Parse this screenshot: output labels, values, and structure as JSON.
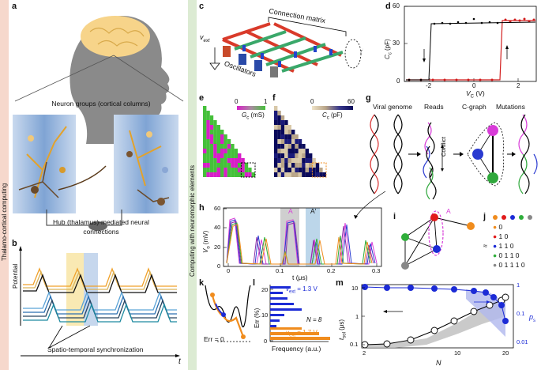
{
  "colors": {
    "left_band": "#f6d8cc",
    "right_band": "#dcebd3",
    "accent_orange": "#f08c1d",
    "accent_blue": "#1c2bd6",
    "accent_green": "#2fae3a",
    "accent_magenta": "#d02bd0",
    "accent_red": "#e11b1b"
  },
  "sidebar": {
    "left_title": "Thalamo-cortical computing",
    "right_title": "Computing with neuromorphic elements"
  },
  "panels": {
    "a": {
      "label": "a",
      "neuron_groups": "Neuron groups (cortical columns)",
      "hub_line1": "Hub (thalamus)-mediated neural",
      "hub_line2": "connections"
    },
    "b": {
      "label": "b",
      "ylabel": "Potential",
      "xlabel": "t",
      "caption": "Spatio-temporal synchronization"
    },
    "c": {
      "label": "c",
      "connection_matrix": "Connection matrix",
      "vext": "v",
      "vext_sub": "ext",
      "oscillators": "Oscillators"
    },
    "d": {
      "label": "d",
      "ylabel": "C",
      "ylabel_sub": "c",
      "ylabel_unit": " (pF)",
      "xlabel": "V",
      "xlabel_sub": "C",
      "xlabel_unit": " (V)",
      "yticks": [
        "0",
        "30",
        "60"
      ],
      "xticks": [
        "-2",
        "0",
        "2"
      ]
    },
    "e": {
      "label": "e",
      "cbar_min": "0",
      "cbar_max": "1",
      "cbar_label": "G",
      "cbar_sub": "c",
      "cbar_unit": " (mS)"
    },
    "f": {
      "label": "f",
      "cbar_min": "0",
      "cbar_max": "60",
      "cbar_label": "C",
      "cbar_sub": "c",
      "cbar_unit": " (pF)"
    },
    "g": {
      "label": "g",
      "viral": "Viral genome",
      "reads": "Reads",
      "cgraph": "C-graph",
      "mutations": "Mutations",
      "conflict": "Conflict"
    },
    "h": {
      "label": "h",
      "ylabel": "V",
      "ylabel_sub": "o",
      "ylabel_unit": " (mV)",
      "yticks": [
        "0",
        "20",
        "40",
        "60"
      ],
      "xticks": [
        "0",
        "0.1",
        "0.2",
        "0.3"
      ],
      "xlabel": "t (μs)",
      "A": "A",
      "A2": "A′"
    },
    "i": {
      "label": "i",
      "A": "A"
    },
    "j": {
      "label": "j",
      "rows": [
        "0",
        "1 0",
        "1 1 0",
        "0 1 1 0",
        "0 1 1 1 0"
      ],
      "approx": "≈"
    },
    "k": {
      "label": "k",
      "err": "Err = 0"
    },
    "l": {
      "label": "l",
      "ylabel": "Err (%)",
      "xlabel": "Frequency (a.u.)",
      "yticks": [
        "0",
        "10",
        "20"
      ],
      "v13": "v",
      "v13_sub": "ext",
      "v13_val": " = 1.3 V",
      "v17": "v",
      "v17_sub": "ext",
      "v17_val": " = 1.7 V",
      "n8": "N = 8"
    },
    "m": {
      "label": "m",
      "ylabel": "t",
      "ylabel_sub": "sol",
      "ylabel_unit": " (μs)",
      "y2label": "p",
      "y2label_sub": "s",
      "xlabel": "N",
      "yticks": [
        "0.1",
        "1",
        "10"
      ],
      "y2ticks": [
        "1",
        "0.1",
        "0.01"
      ],
      "xticks": [
        "2",
        "10",
        "20"
      ]
    }
  }
}
